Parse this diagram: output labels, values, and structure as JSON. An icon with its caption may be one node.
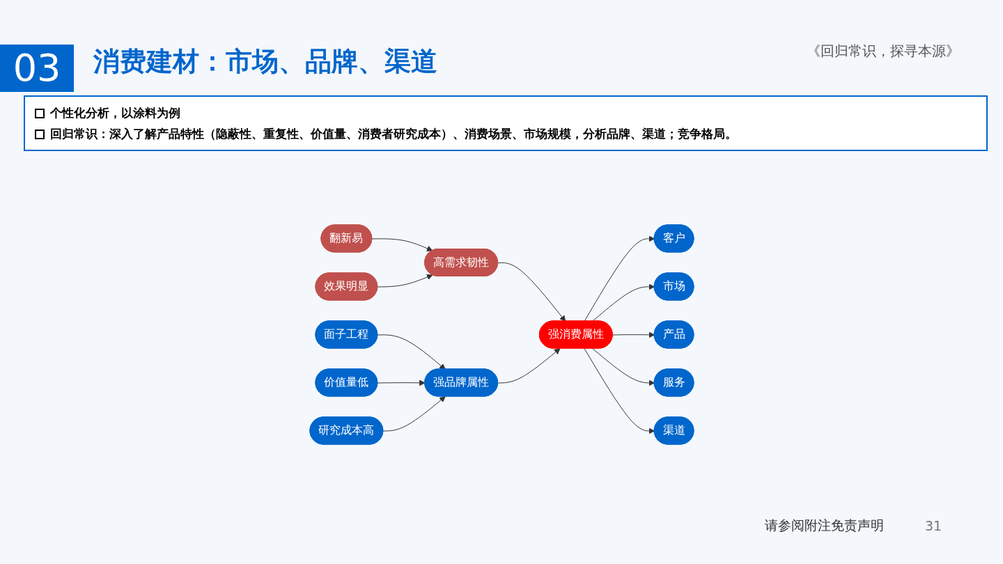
{
  "diagram": {
    "title": "消费建材：市场、品牌、渠道",
    "nodes": [
      {
        "text": [
          "翻新易"
        ]
      },
      {
        "text": [
          "效果明显"
        ]
      },
      {
        "text": [
          "高需求韧性"
        ]
      },
      {
        "text": [
          "强消费属性"
        ]
      },
      {
        "text": [
          "客户"
        ]
      },
      {
        "text": [
          "市场"
        ]
      },
      {
        "text": [
          "产品"
        ]
      },
      {
        "text": [
          "服务"
        ]
      },
      {
        "text": [
          "渠道"
        ]
      },
      {
        "text": [
          "强品牌属性"
        ]
      },
      {
        "text": [
          "面子工程"
        ]
      },
      {
        "text": [
          "价值量低"
        ]
      },
      {
        "text": [
          "研究成本高"
        ]
      }
    ],
    "edges": [
      {
        "from": 0,
        "to": 2,
        "arrow": "to"
      },
      {
        "from": 1,
        "to": 2,
        "arrow": "to"
      },
      {
        "from": 2,
        "to": 3,
        "arrow": "to"
      },
      {
        "from": 3,
        "to": 4,
        "arrow": "to"
      },
      {
        "from": 3,
        "to": 5,
        "arrow": "to"
      },
      {
        "from": 3,
        "to": 6,
        "arrow": "to"
      },
      {
        "from": 3,
        "to": 7,
        "arrow": "to"
      },
      {
        "from": 3,
        "to": 8,
        "arrow": "to"
      },
      {
        "from": 9,
        "to": 3,
        "arrow": "to"
      },
      {
        "from": 10,
        "to": 9,
        "arrow": "to"
      },
      {
        "from": 11,
        "to": 9,
        "arrow": "to"
      },
      {
        "from": 12,
        "to": 9,
        "arrow": "to"
      }
    ],
    "labels": [
      "03",
      "《回归常识，探寻本源》",
      "个性化分析，以涂料为例",
      "回归常识：深入了解产品特性（隐蔽性、重复性、价值量、消费者研究成本）、消费场景、市场规模，分析品牌、渠道；竞争格局。",
      "请参阅附注免责声明",
      "31"
    ]
  }
}
